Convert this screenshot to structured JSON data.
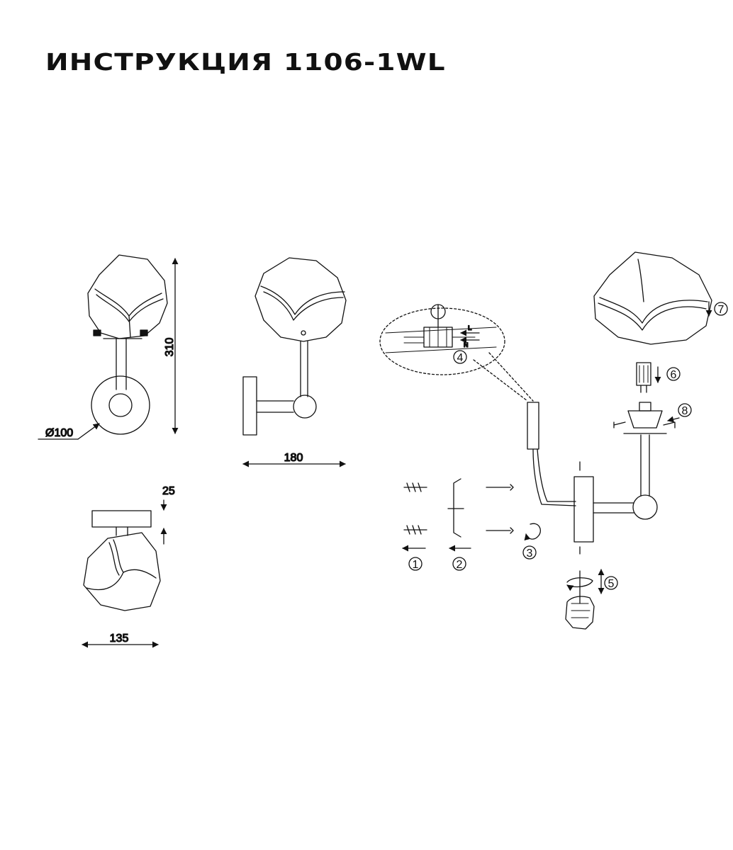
{
  "title": "ИНСТРУКЦИЯ 1106-1WL",
  "dimensions": {
    "height": "310",
    "base_diameter": "Ø100",
    "depth": "180",
    "base_thickness": "25",
    "shade_width": "135"
  },
  "steps": [
    "1",
    "2",
    "3",
    "4",
    "5",
    "6",
    "7",
    "8"
  ],
  "wire_labels": {
    "live": "L",
    "neutral": "N"
  },
  "colors": {
    "line": "#111111",
    "background": "#ffffff"
  }
}
